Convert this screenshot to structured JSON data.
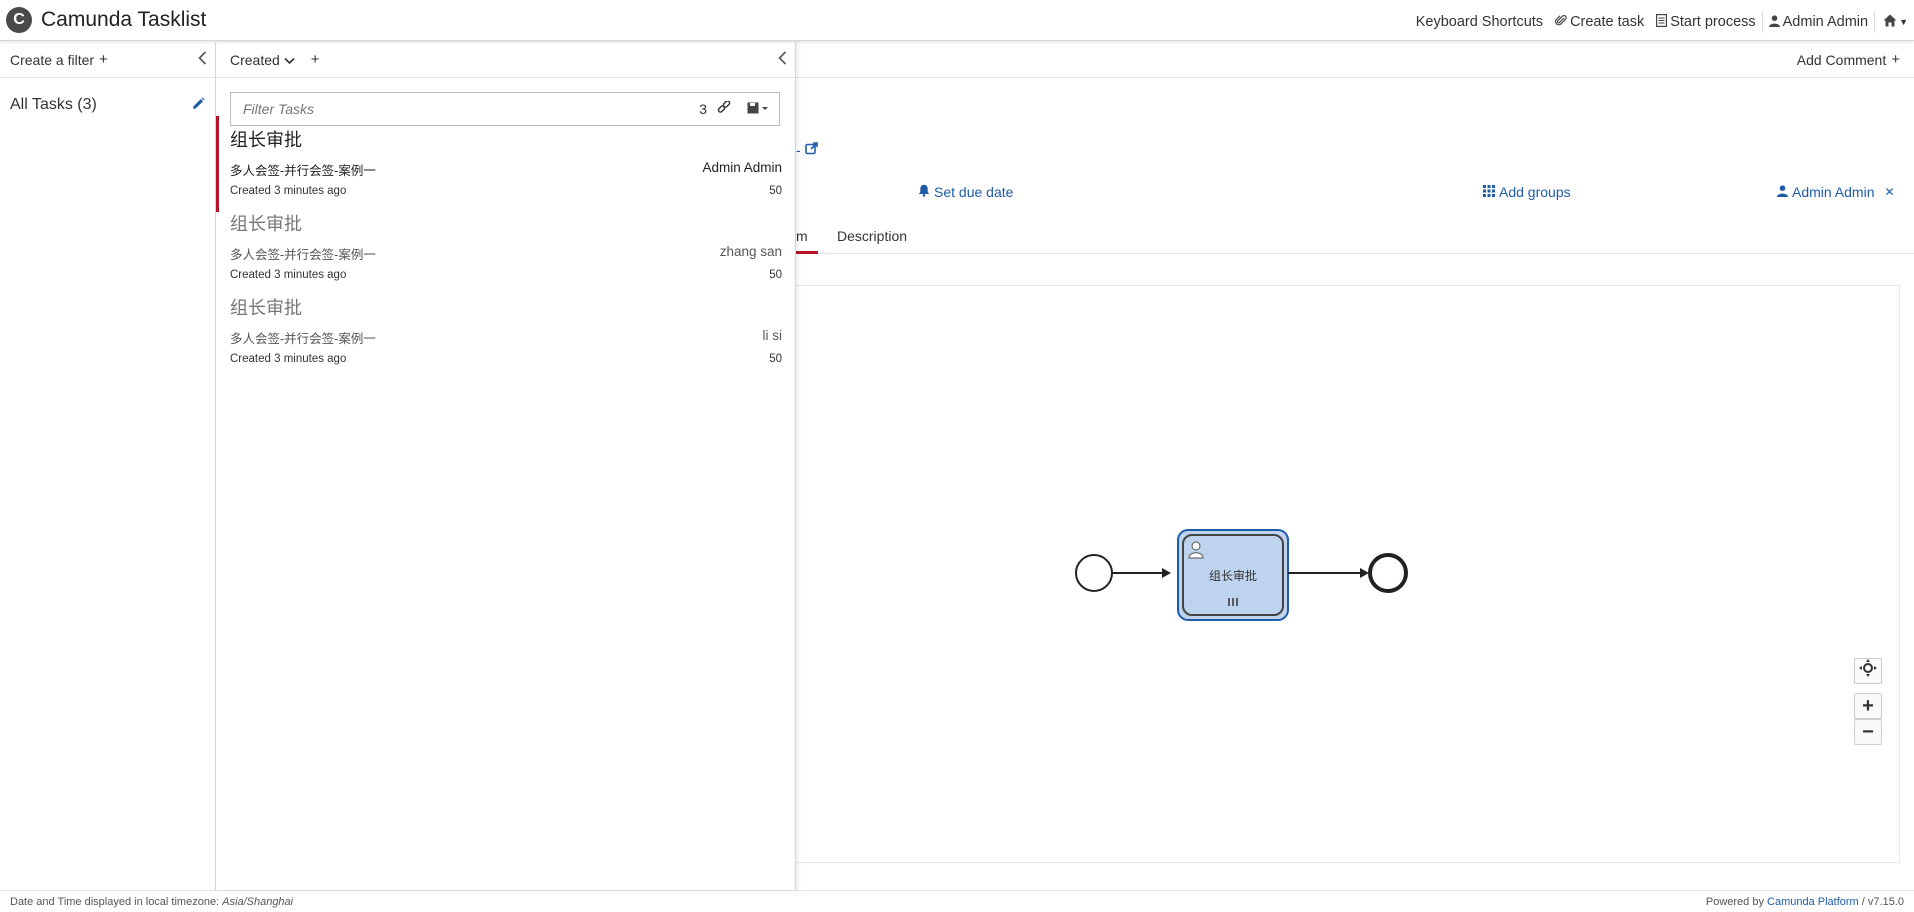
{
  "header": {
    "logo_glyph": "C",
    "title": "Camunda Tasklist",
    "nav": {
      "keyboard_shortcuts": "Keyboard Shortcuts",
      "create_task": "Create task",
      "start_process": "Start process",
      "user": "Admin Admin"
    }
  },
  "filters": {
    "create_label": "Create a filter",
    "items": [
      {
        "label": "All Tasks (3)"
      }
    ]
  },
  "tasklist": {
    "sort_label": "Created",
    "search": {
      "placeholder": "Filter Tasks",
      "value": ""
    },
    "count": "3",
    "tasks": [
      {
        "name": "组长审批",
        "process": "多人会签-并行会签-案例一",
        "assignee": "Admin Admin",
        "created": "Created 3 minutes ago",
        "priority": "50"
      },
      {
        "name": "组长审批",
        "process": "多人会签-并行会签-案例一",
        "assignee": "zhang san",
        "created": "Created 3 minutes ago",
        "priority": "50"
      },
      {
        "name": "组长审批",
        "process": "多人会签-并行会签-案例一",
        "assignee": "li si",
        "created": "Created 3 minutes ago",
        "priority": "50"
      }
    ]
  },
  "detail": {
    "add_comment": "Add Comment",
    "set_due_date": "Set due date",
    "add_groups": "Add groups",
    "assignee": "Admin Admin",
    "tabs": {
      "active_fragment": "m",
      "description": "Description"
    },
    "diagram": {
      "task_label": "组长审批"
    }
  },
  "footer": {
    "tz_prefix": "Date and Time displayed in local timezone: ",
    "tz": "Asia/Shanghai",
    "powered_by": "Powered by ",
    "platform": "Camunda Platform",
    "version": " / v7.15.0"
  },
  "colors": {
    "accent_red": "#b5152b",
    "link_blue": "#1e5ca8",
    "task_fill": "#bdd3ee",
    "task_stroke": "#1e5ca8"
  }
}
